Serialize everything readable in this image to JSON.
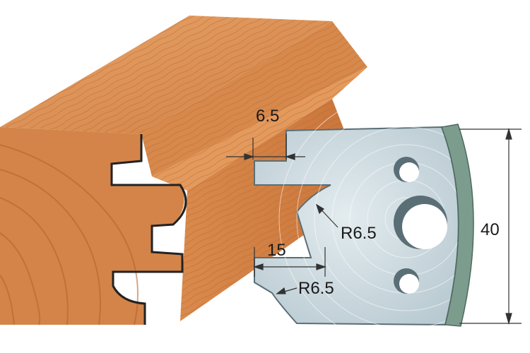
{
  "labels": {
    "top_width": "6.5",
    "radius_upper": "R6.5",
    "bottom_width": "15",
    "radius_lower": "R6.5",
    "height": "40"
  },
  "colors": {
    "wood_light": "#e8a066",
    "wood_mid": "#d98a4c",
    "wood_dark": "#b8652e",
    "knife_steel": "#c9d6dc",
    "knife_edge": "#7c9c8e",
    "outline": "#222222"
  }
}
